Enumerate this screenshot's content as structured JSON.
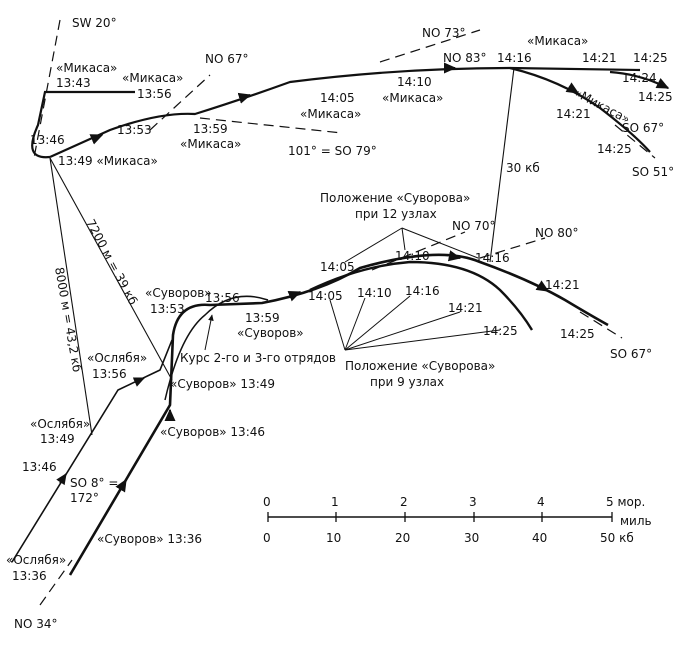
{
  "bearings": {
    "sw20": "SW 20°",
    "no67": "NO 67°",
    "no73": "NO 73°",
    "no83": "NO 83°",
    "so79": "101° = SO 79°",
    "so67_top": "SO 67°",
    "so51": "SO 51°",
    "no70": "NO 70°",
    "no80": "NO 80°",
    "so67_bottom": "SO 67°",
    "no34": "NO 34°",
    "so8": "SO 8° =",
    "so8b": "172°"
  },
  "mikasa": {
    "l1343": "«Микаса»",
    "t1343": "13:43",
    "l1356": "«Микаса»",
    "t1356": "13:56",
    "t1346": "13:46",
    "t1349": "13:49 «Микаса»",
    "t1353": "13:53",
    "t1359": "13:59",
    "l1359": "«Микаса»",
    "t1405": "14:05",
    "l1405": "«Микаса»",
    "t1410": "14:10",
    "l1410": "«Микаса»",
    "t1416": "14:16",
    "l1416": "«Микаса»",
    "t1421a": "14:21",
    "t1425a": "14:25",
    "t1424": "14:24",
    "t1425b": "14:25",
    "l1421": "«Микаса»",
    "t1421b": "14:21",
    "t1425c": "14:25"
  },
  "suvorov": {
    "pos12": "Положение «Суворова»",
    "pos12b": "при 12 узлах",
    "t1405a": "14:05",
    "t1410a": "14:10",
    "t1416a": "14:16",
    "t1421a": "14:21",
    "t1425a": "14:25",
    "l1353": "«Суворов»",
    "t1353": "13:53",
    "t1356": "13:56",
    "t1359": "13:59",
    "l1359": "«Суворов»",
    "t1405b": "14:05",
    "t1410b": "14:10",
    "t1416b": "14:16",
    "t1421b": "14:21",
    "t1425b": "14:25",
    "pos9": "Положение «Суворова»",
    "pos9b": "при 9 узлах",
    "course": "Курс 2-го и 3-го отрядов",
    "l1349": "«Суворов» 13:49",
    "l1346": "«Суворов» 13:46",
    "l1336": "«Суворов» 13:36"
  },
  "oslyabya": {
    "l1356": "«Ослябя»",
    "t1356": "13:56",
    "l1349": "«Ослябя»",
    "t1349": "13:49",
    "t1346": "13:46",
    "l1336": "«Ослябя»",
    "t1336": "13:36"
  },
  "distances": {
    "d30": "30 кб",
    "d7200": "7200 м = 39 кб",
    "d8000": "8000 м = 43,2 кб"
  },
  "scale": {
    "miles": [
      "0",
      "1",
      "2",
      "3",
      "4",
      "5 мор."
    ],
    "miles_unit": "миль",
    "cables": [
      "0",
      "10",
      "20",
      "30",
      "40",
      "50 кб"
    ]
  }
}
